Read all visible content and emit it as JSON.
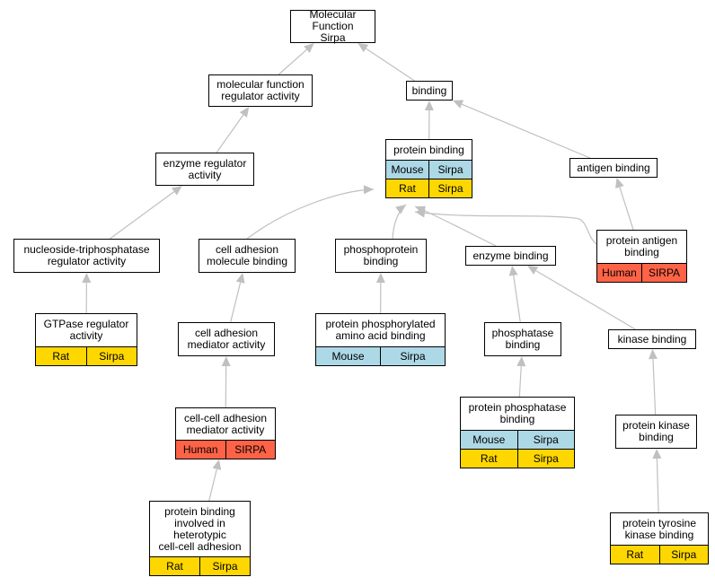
{
  "colors": {
    "edge": "#c0c0c0",
    "Mouse": "#add8e6",
    "Rat": "#ffd700",
    "Human": "#ff6347"
  },
  "nodes": [
    {
      "id": "root",
      "label": "Molecular Function\nSirpa",
      "rows": []
    },
    {
      "id": "mfra",
      "label": "molecular function\nregulator activity",
      "rows": []
    },
    {
      "id": "binding",
      "label": "binding",
      "rows": []
    },
    {
      "id": "protein_binding",
      "label": "protein binding",
      "rows": [
        {
          "species": "Mouse",
          "gene": "Sirpa"
        },
        {
          "species": "Rat",
          "gene": "Sirpa"
        }
      ]
    },
    {
      "id": "antigen_binding",
      "label": "antigen binding",
      "rows": []
    },
    {
      "id": "enzyme_reg",
      "label": "enzyme regulator\nactivity",
      "rows": []
    },
    {
      "id": "ntp_reg",
      "label": "nucleoside-triphosphatase\nregulator activity",
      "rows": []
    },
    {
      "id": "cam_binding",
      "label": "cell adhesion\nmolecule binding",
      "rows": []
    },
    {
      "id": "phosphoprotein",
      "label": "phosphoprotein\nbinding",
      "rows": []
    },
    {
      "id": "enzyme_binding",
      "label": "enzyme binding",
      "rows": []
    },
    {
      "id": "protein_antigen",
      "label": "protein antigen\nbinding",
      "rows": [
        {
          "species": "Human",
          "gene": "SIRPA"
        }
      ]
    },
    {
      "id": "gtpase_reg",
      "label": "GTPase regulator\nactivity",
      "rows": [
        {
          "species": "Rat",
          "gene": "Sirpa"
        }
      ]
    },
    {
      "id": "cam_mediator",
      "label": "cell adhesion\nmediator activity",
      "rows": []
    },
    {
      "id": "ppaa_binding",
      "label": "protein phosphorylated\namino acid binding",
      "rows": [
        {
          "species": "Mouse",
          "gene": "Sirpa"
        }
      ]
    },
    {
      "id": "phosphatase_binding",
      "label": "phosphatase\nbinding",
      "rows": []
    },
    {
      "id": "kinase_binding",
      "label": "kinase binding",
      "rows": []
    },
    {
      "id": "cc_mediator",
      "label": "cell-cell adhesion\nmediator activity",
      "rows": [
        {
          "species": "Human",
          "gene": "SIRPA"
        }
      ]
    },
    {
      "id": "pp_binding",
      "label": "protein phosphatase\nbinding",
      "rows": [
        {
          "species": "Mouse",
          "gene": "Sirpa"
        },
        {
          "species": "Rat",
          "gene": "Sirpa"
        }
      ]
    },
    {
      "id": "pk_binding",
      "label": "protein kinase\nbinding",
      "rows": []
    },
    {
      "id": "heterotypic",
      "label": "protein binding\ninvolved in\nheterotypic\ncell-cell adhesion",
      "rows": [
        {
          "species": "Rat",
          "gene": "Sirpa"
        }
      ]
    },
    {
      "id": "ptk_binding",
      "label": "protein tyrosine\nkinase binding",
      "rows": [
        {
          "species": "Rat",
          "gene": "Sirpa"
        }
      ]
    }
  ],
  "edges": [
    {
      "from": "mfra",
      "to": "root"
    },
    {
      "from": "binding",
      "to": "root"
    },
    {
      "from": "protein_binding",
      "to": "binding"
    },
    {
      "from": "antigen_binding",
      "to": "binding"
    },
    {
      "from": "enzyme_reg",
      "to": "mfra"
    },
    {
      "from": "ntp_reg",
      "to": "enzyme_reg"
    },
    {
      "from": "gtpase_reg",
      "to": "ntp_reg"
    },
    {
      "from": "cam_binding",
      "to": "protein_binding"
    },
    {
      "from": "phosphoprotein",
      "to": "protein_binding"
    },
    {
      "from": "enzyme_binding",
      "to": "protein_binding"
    },
    {
      "from": "protein_antigen",
      "to": "protein_binding"
    },
    {
      "from": "protein_antigen",
      "to": "antigen_binding"
    },
    {
      "from": "cam_mediator",
      "to": "cam_binding"
    },
    {
      "from": "cc_mediator",
      "to": "cam_mediator"
    },
    {
      "from": "heterotypic",
      "to": "cc_mediator"
    },
    {
      "from": "ppaa_binding",
      "to": "phosphoprotein"
    },
    {
      "from": "phosphatase_binding",
      "to": "enzyme_binding"
    },
    {
      "from": "kinase_binding",
      "to": "enzyme_binding"
    },
    {
      "from": "pp_binding",
      "to": "phosphatase_binding"
    },
    {
      "from": "pk_binding",
      "to": "kinase_binding"
    },
    {
      "from": "ptk_binding",
      "to": "pk_binding"
    }
  ]
}
